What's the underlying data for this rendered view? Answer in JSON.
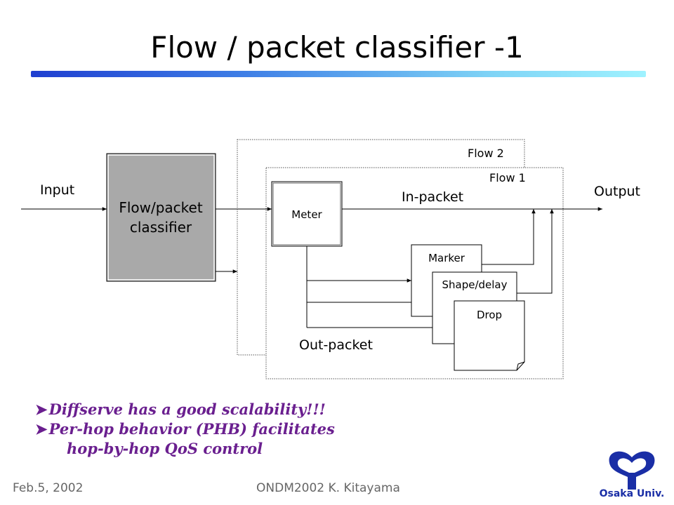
{
  "title": "Flow / packet classifier -1",
  "diagram": {
    "input_label": "Input",
    "output_label": "Output",
    "classifier_line1": "Flow/packet",
    "classifier_line2": "classifier",
    "flow2_label": "Flow 2",
    "flow1_label": "Flow 1",
    "meter_label": "Meter",
    "in_packet_label": "In-packet",
    "out_packet_label": "Out-packet",
    "marker_label": "Marker",
    "shape_label": "Shape/delay",
    "drop_label": "Drop"
  },
  "bullets": [
    "Diffserve has a good scalability!!!",
    "Per-hop behavior (PHB) facilitates",
    "hop-by-hop QoS control"
  ],
  "footer": {
    "date": "Feb.5, 2002",
    "center": "ONDM2002  K. Kitayama"
  },
  "logo": {
    "text": "Osaka Univ."
  },
  "colors": {
    "bullet_text": "#6a1f8f",
    "logo": "#1a2ea6",
    "classifier_fill": "#a9a9a9"
  }
}
